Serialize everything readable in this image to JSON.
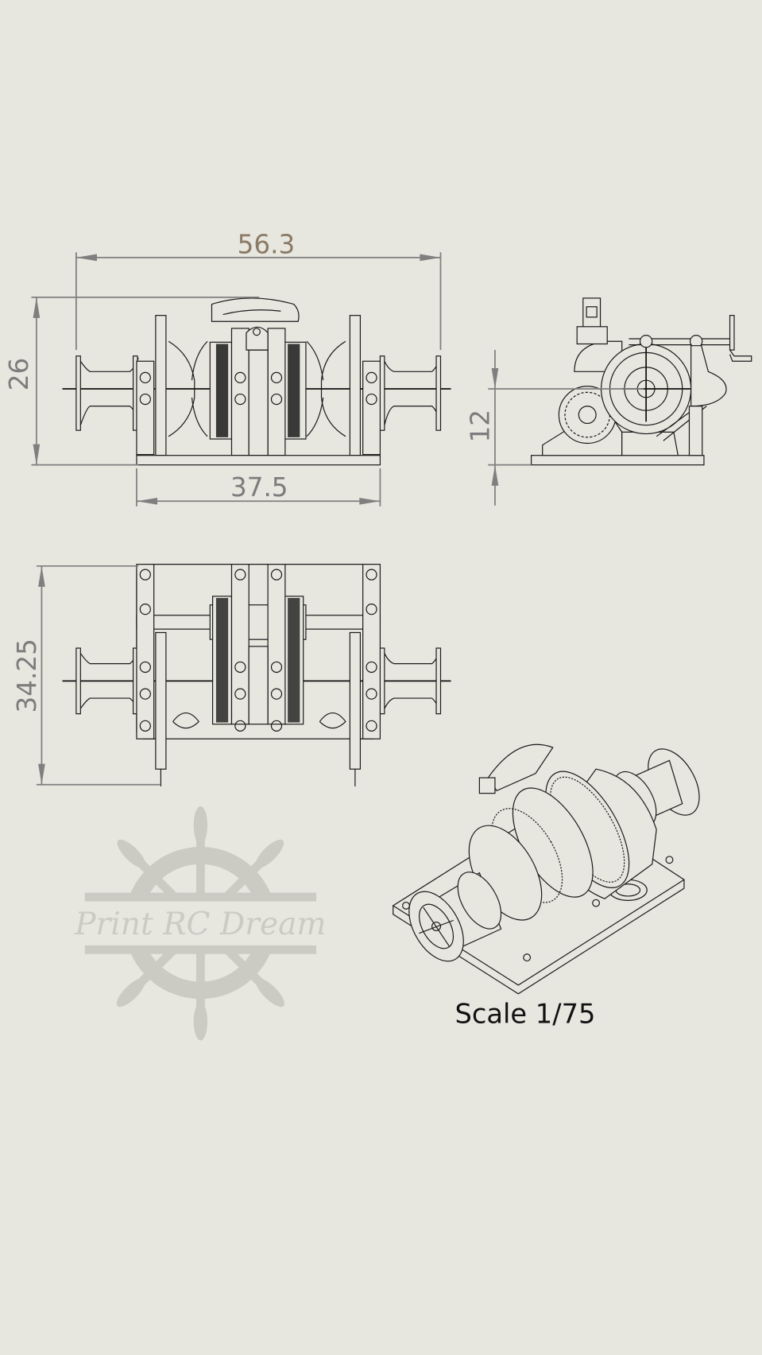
{
  "dimensions": {
    "overall_width": "56.3",
    "overall_height": "26",
    "base_width": "37.5",
    "shaft_height": "12",
    "overall_depth": "34.25"
  },
  "scale_label": "Scale 1/75",
  "watermark": {
    "text": "Print RC Dream"
  },
  "colors": {
    "background": "#e7e6df",
    "line": "#1a1a1a",
    "dimension": "#7f7f7f",
    "highlight_dimension": "#8a7a66",
    "watermark": "#cbcac3"
  }
}
